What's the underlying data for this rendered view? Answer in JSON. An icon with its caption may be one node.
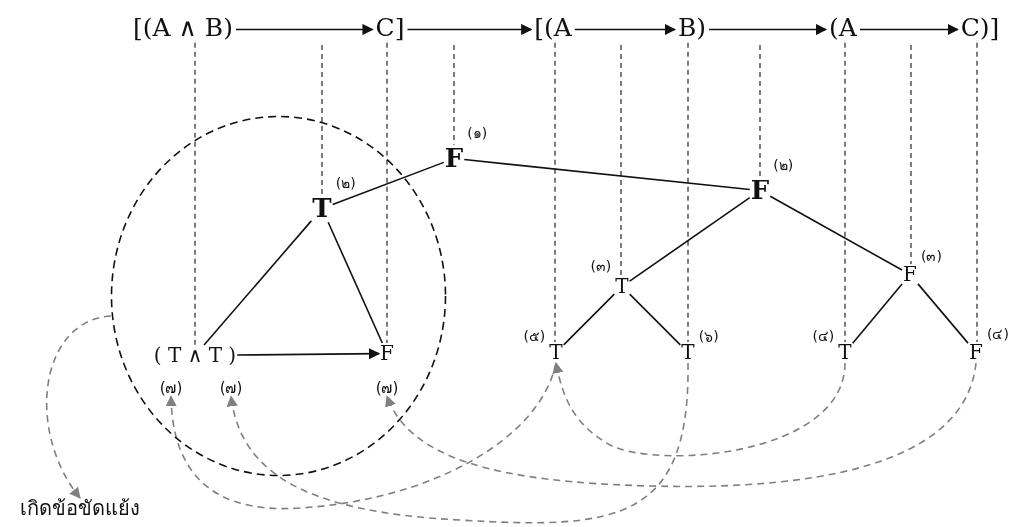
{
  "diagram": {
    "nodes": [
      {
        "text": [
          "[(A ∧ B)"
        ]
      },
      {
        "text": [
          "C]"
        ]
      },
      {
        "text": [
          "[(A"
        ]
      },
      {
        "text": [
          "B)"
        ]
      },
      {
        "text": [
          "(A"
        ]
      },
      {
        "text": [
          "C)]"
        ]
      },
      {
        "text": [
          "F"
        ],
        "beside": [
          "(๑)"
        ]
      },
      {
        "text": [],
        "shape": "circle"
      },
      {
        "text": [
          "T"
        ],
        "beside": [
          "(๒)"
        ],
        "in": 7
      },
      {
        "text": [
          "F"
        ],
        "beside": [
          "(๒)"
        ]
      },
      {
        "text": [
          "T"
        ],
        "beside": [
          "(๓)"
        ]
      },
      {
        "text": [
          "F"
        ],
        "beside": [
          "(๓)"
        ]
      },
      {
        "text": [
          "( T ∧ T )"
        ],
        "in": 7
      },
      {
        "text": [
          "F"
        ],
        "in": 7
      },
      {
        "text": [
          "T"
        ],
        "beside": [
          "(๕)"
        ]
      },
      {
        "text": [
          "T"
        ],
        "beside": [
          "(๖)"
        ]
      },
      {
        "text": [
          "T"
        ],
        "beside": [
          "(๔)"
        ]
      },
      {
        "text": [
          "F"
        ],
        "beside": [
          "(๔)"
        ]
      },
      {
        "text": [
          "(๗)"
        ],
        "in": 7
      },
      {
        "text": [
          "(๗)"
        ],
        "in": 7
      },
      {
        "text": [
          "(๗)"
        ],
        "in": 7
      },
      {
        "text": [
          "เกิดข้อขัดแย้ง"
        ]
      }
    ],
    "edges": [
      {
        "from": 0,
        "to": 1,
        "arrow": "to"
      },
      {
        "from": 1,
        "to": 2,
        "arrow": "to"
      },
      {
        "from": 2,
        "to": 3,
        "arrow": "to"
      },
      {
        "from": 3,
        "to": 4,
        "arrow": "to"
      },
      {
        "from": 4,
        "to": 5,
        "arrow": "to"
      },
      {
        "from": 0,
        "to": 12,
        "arrow": "none",
        "style": "dashed"
      },
      {
        "from": null,
        "to": 8,
        "arrow": "none",
        "style": "dashed"
      },
      {
        "from": 1,
        "to": 13,
        "arrow": "none",
        "style": "dashed"
      },
      {
        "from": null,
        "to": 6,
        "arrow": "none",
        "style": "dashed"
      },
      {
        "from": 2,
        "to": 14,
        "arrow": "none",
        "style": "dashed"
      },
      {
        "from": null,
        "to": 10,
        "arrow": "none",
        "style": "dashed"
      },
      {
        "from": 3,
        "to": 15,
        "arrow": "none",
        "style": "dashed"
      },
      {
        "from": null,
        "to": 9,
        "arrow": "none",
        "style": "dashed"
      },
      {
        "from": 4,
        "to": 16,
        "arrow": "none",
        "style": "dashed"
      },
      {
        "from": null,
        "to": 11,
        "arrow": "none",
        "style": "dashed"
      },
      {
        "from": 5,
        "to": 17,
        "arrow": "none",
        "style": "dashed"
      },
      {
        "from": 6,
        "to": 8,
        "arrow": "none"
      },
      {
        "from": 6,
        "to": 9,
        "arrow": "none"
      },
      {
        "from": 8,
        "to": 12,
        "arrow": "none"
      },
      {
        "from": 8,
        "to": 13,
        "arrow": "none"
      },
      {
        "from": 9,
        "to": 10,
        "arrow": "none"
      },
      {
        "from": 9,
        "to": 11,
        "arrow": "none"
      },
      {
        "from": 10,
        "to": 14,
        "arrow": "none"
      },
      {
        "from": 10,
        "to": 15,
        "arrow": "none"
      },
      {
        "from": 11,
        "to": 16,
        "arrow": "none"
      },
      {
        "from": 11,
        "to": 17,
        "arrow": "none"
      },
      {
        "from": 12,
        "to": 13,
        "arrow": "to"
      },
      {
        "from": 14,
        "to": 18,
        "arrow": "to",
        "style": "dashed",
        "color": "#808080"
      },
      {
        "from": 15,
        "to": 19,
        "arrow": "to",
        "style": "dashed",
        "color": "#808080"
      },
      {
        "from": 17,
        "to": 20,
        "arrow": "to",
        "style": "dashed",
        "color": "#808080"
      },
      {
        "from": 16,
        "to": 14,
        "arrow": "to",
        "style": "dashed",
        "color": "#808080"
      },
      {
        "from": 7,
        "to": 21,
        "arrow": "to",
        "style": "dashed",
        "color": "#808080"
      }
    ]
  }
}
